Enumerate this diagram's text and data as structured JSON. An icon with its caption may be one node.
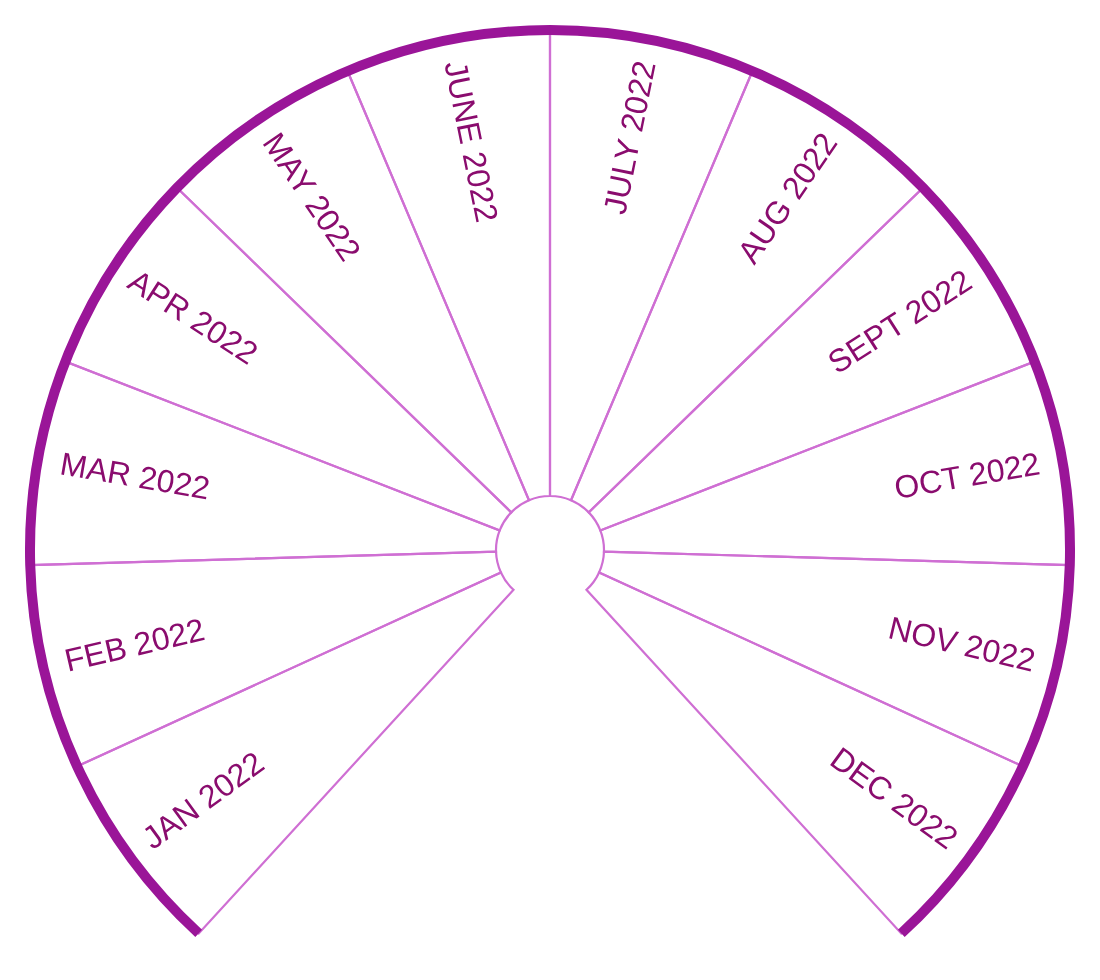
{
  "diagram": {
    "nodes": [
      {
        "text": [
          "JAN 2022"
        ]
      },
      {
        "text": [
          "FEB 2022"
        ]
      },
      {
        "text": [
          "MAR 2022"
        ]
      },
      {
        "text": [
          "APR 2022"
        ]
      },
      {
        "text": [
          "MAY 2022"
        ]
      },
      {
        "text": [
          "JUNE 2022"
        ]
      },
      {
        "text": [
          "JULY 2022"
        ]
      },
      {
        "text": [
          "AUG 2022"
        ]
      },
      {
        "text": [
          "SEPT 2022"
        ]
      },
      {
        "text": [
          "OCT 2022"
        ]
      },
      {
        "text": [
          "NOV 2022"
        ]
      },
      {
        "text": [
          "DEC 2022"
        ]
      }
    ]
  }
}
